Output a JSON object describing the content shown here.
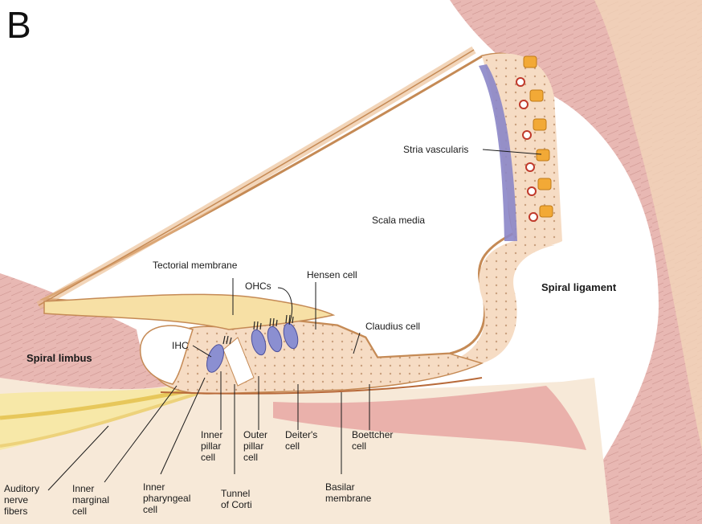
{
  "panel_label": "B",
  "labels": {
    "stria_vascularis": "Stria vascularis",
    "scala_media": "Scala media",
    "tectorial_membrane": "Tectorial membrane",
    "ohcs": "OHCs",
    "hensen_cell": "Hensen cell",
    "spiral_ligament": "Spiral ligament",
    "claudius_cell": "Claudius cell",
    "ihc": "IHC",
    "spiral_limbus": "Spiral limbus",
    "inner_pillar_cell": [
      "Inner",
      "pillar",
      "cell"
    ],
    "outer_pillar_cell": [
      "Outer",
      "pillar",
      "cell"
    ],
    "deiters_cell": [
      "Deiter's",
      "cell"
    ],
    "boettcher_cell": [
      "Boettcher",
      "cell"
    ],
    "auditory_nerve_fibers": [
      "Auditory",
      "nerve",
      "fibers"
    ],
    "inner_marginal_cell": [
      "Inner",
      "marginal",
      "cell"
    ],
    "inner_pharyngeal_cell": [
      "Inner",
      "pharyngeal",
      "cell"
    ],
    "tunnel_of_corti": [
      "Tunnel",
      "of Corti"
    ],
    "basilar_membrane": [
      "Basilar",
      "membrane"
    ]
  }
}
